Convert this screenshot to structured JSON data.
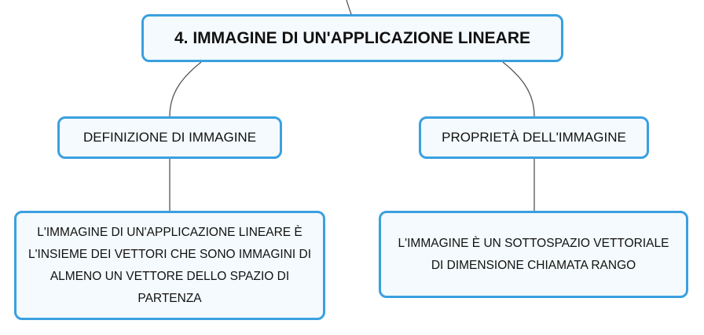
{
  "map": {
    "main_topic": "4. IMMAGINE DI UN'APPLICAZIONE LINEARE",
    "branches": [
      {
        "label": "DEFINIZIONE DI IMMAGINE",
        "detail": "L'IMMAGINE DI UN'APPLICAZIONE LINEARE È L'INSIEME DEI VETTORI CHE SONO IMMAGINI DI ALMENO UN VETTORE DELLO SPAZIO DI PARTENZA"
      },
      {
        "label": "PROPRIETÀ DELL'IMMAGINE",
        "detail": "L'IMMAGINE È UN SOTTOSPAZIO VETTORIALE DI DIMENSIONE CHIAMATA RANGO"
      }
    ]
  },
  "colors": {
    "node_border": "#3aa0e0",
    "node_fill": "#f4fafd",
    "connector": "#555555",
    "text": "#111111"
  }
}
